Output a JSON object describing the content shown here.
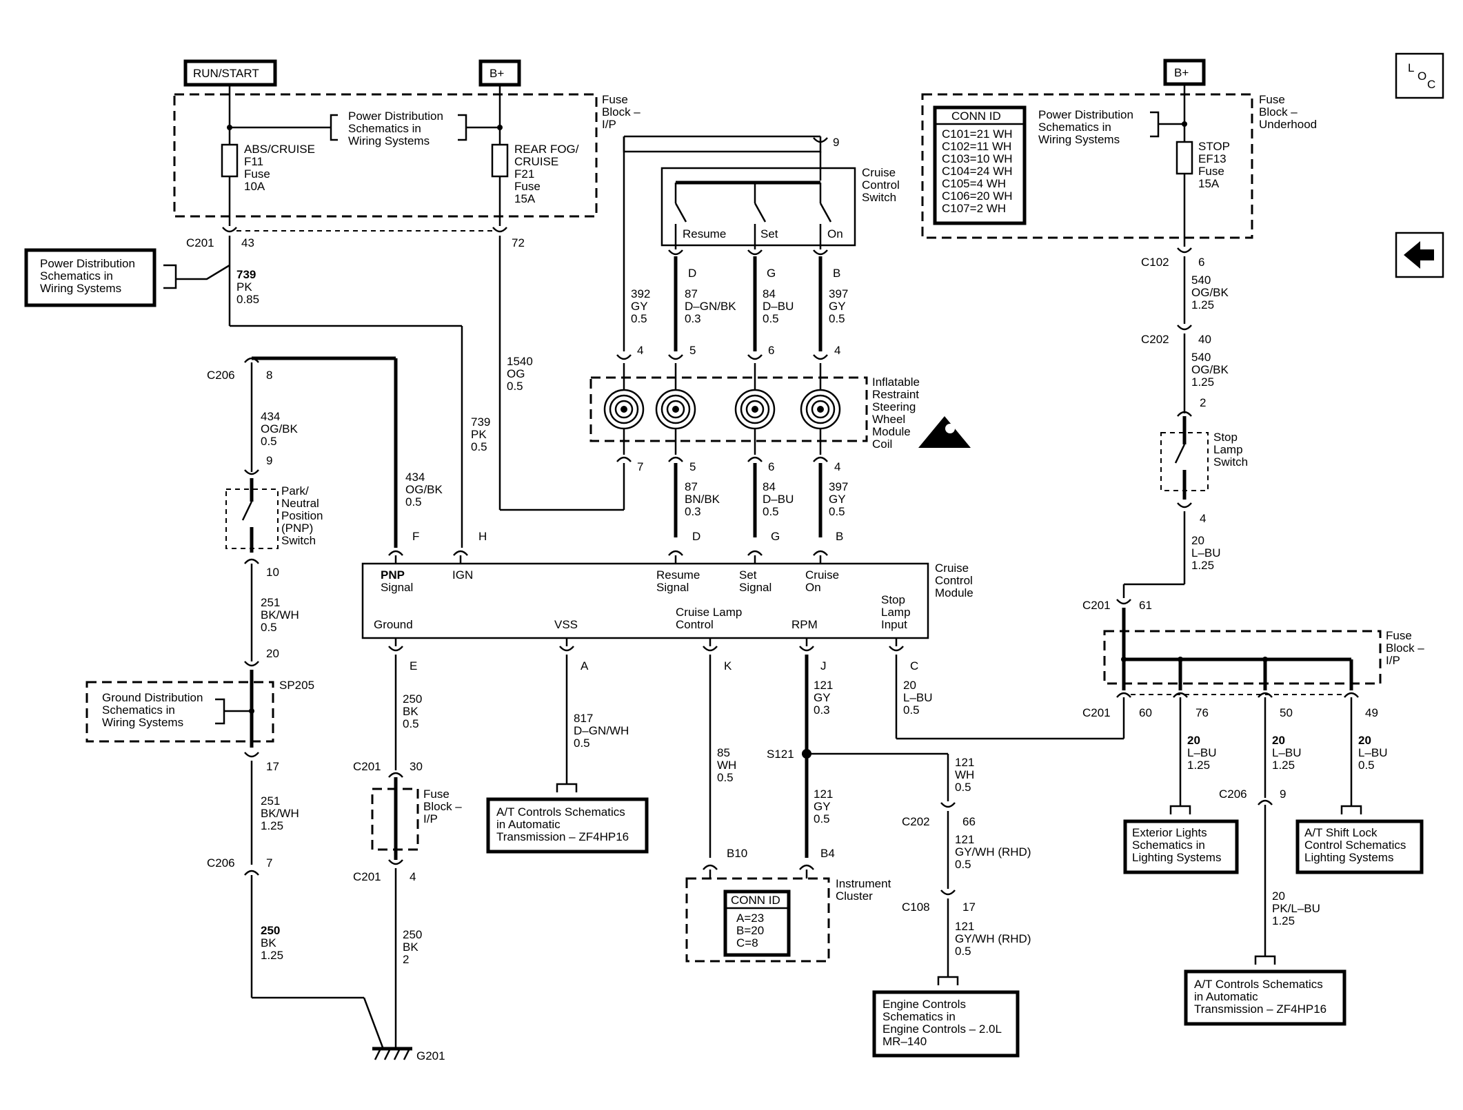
{
  "supplies": {
    "run_start": "RUN/START",
    "bplus_left": "B+",
    "bplus_right": "B+"
  },
  "nav": {
    "loc_l": "L",
    "loc_o": "O",
    "loc_c": "C"
  },
  "pdist": [
    "Power Distribution",
    "Schematics in",
    "Wiring Systems"
  ],
  "gdist": [
    "Ground Distribution",
    "Schematics in",
    "Wiring Systems"
  ],
  "fuse_ip": [
    "Fuse",
    "Block –",
    "I/P"
  ],
  "fuse_uh": [
    "Fuse",
    "Block –",
    "Underhood"
  ],
  "fuses": {
    "f11": [
      "ABS/CRUISE",
      "F11",
      "Fuse",
      "10A"
    ],
    "f21": [
      "REAR FOG/",
      "CRUISE",
      "F21",
      "Fuse",
      "15A"
    ],
    "ef13": [
      "STOP",
      "EF13",
      "Fuse",
      "15A"
    ]
  },
  "conn_id": {
    "title": "CONN ID",
    "right": [
      "C101=21 WH",
      "C102=11 WH",
      "C103=10 WH",
      "C104=24 WH",
      "C105=4 WH",
      "C106=20 WH",
      "C107=2 WH"
    ],
    "cluster": [
      "A=23",
      "B=20",
      "C=8"
    ]
  },
  "connectors": {
    "c201": "C201",
    "c202": "C202",
    "c206": "C206",
    "c102": "C102",
    "c108": "C108",
    "sp205": "SP205",
    "s121": "S121",
    "g201": "G201"
  },
  "pins": {
    "p43": "43",
    "p72": "72",
    "p9": "9",
    "p8": "8",
    "p9b": "9",
    "p10": "10",
    "p20": "20",
    "p17": "17",
    "p7": "7",
    "pD": "D",
    "pG": "G",
    "pB": "B",
    "p4": "4",
    "p5": "5",
    "p6": "6",
    "p4b": "4",
    "p7b": "7",
    "p5b": "5",
    "p6b": "6",
    "p4c": "4",
    "pF": "F",
    "pH": "H",
    "pD2": "D",
    "pG2": "G",
    "pB2": "B",
    "pE": "E",
    "pA": "A",
    "pK": "K",
    "pJ": "J",
    "pC": "C",
    "p30": "30",
    "p4d": "4",
    "pB10": "B10",
    "pB4": "B4",
    "p66": "66",
    "p17b": "17",
    "p6r": "6",
    "p40": "40",
    "p2": "2",
    "p4r": "4",
    "p61": "61",
    "p60": "60",
    "p76": "76",
    "p50": "50",
    "p49": "49",
    "p9r": "9"
  },
  "wires": {
    "w739a": [
      "739",
      "PK",
      "0.85"
    ],
    "w739b": [
      "739",
      "PK",
      "0.5"
    ],
    "w1540": [
      "1540",
      "OG",
      "0.5"
    ],
    "w392": [
      "392",
      "GY",
      "0.5"
    ],
    "w87a": [
      "87",
      "D–GN/BK",
      "0.3"
    ],
    "w84a": [
      "84",
      "D–BU",
      "0.5"
    ],
    "w397a": [
      "397",
      "GY",
      "0.5"
    ],
    "w87b": [
      "87",
      "BN/BK",
      "0.3"
    ],
    "w84b": [
      "84",
      "D–BU",
      "0.5"
    ],
    "w397b": [
      "397",
      "GY",
      "0.5"
    ],
    "w434a": [
      "434",
      "OG/BK",
      "0.5"
    ],
    "w434b": [
      "434",
      "OG/BK",
      "0.5"
    ],
    "w251a": [
      "251",
      "BK/WH",
      "0.5"
    ],
    "w251b": [
      "251",
      "BK/WH",
      "1.25"
    ],
    "w250a": [
      "250",
      "BK",
      "1.25"
    ],
    "w250b": [
      "250",
      "BK",
      "0.5"
    ],
    "w250c": [
      "250",
      "BK",
      "2"
    ],
    "w817": [
      "817",
      "D–GN/WH",
      "0.5"
    ],
    "w85": [
      "85",
      "WH",
      "0.5"
    ],
    "w121a": [
      "121",
      "GY",
      "0.3"
    ],
    "w121b": [
      "121",
      "GY",
      "0.5"
    ],
    "w121c": [
      "121",
      "WH",
      "0.5"
    ],
    "w121d": [
      "121",
      "GY/WH (RHD)",
      "0.5"
    ],
    "w121e": [
      "121",
      "GY/WH (RHD)",
      "0.5"
    ],
    "w20a": [
      "20",
      "L–BU",
      "0.5"
    ],
    "w540a": [
      "540",
      "OG/BK",
      "1.25"
    ],
    "w540b": [
      "540",
      "OG/BK",
      "1.25"
    ],
    "w20b": [
      "20",
      "L–BU",
      "1.25"
    ],
    "w20c": [
      "20",
      "L–BU",
      "1.25"
    ],
    "w20d": [
      "20",
      "L–BU",
      "1.25"
    ],
    "w20e": [
      "20",
      "L–BU",
      "0.5"
    ],
    "w20f": [
      "20",
      "PK/L–BU",
      "1.25"
    ]
  },
  "components": {
    "cc_switch": [
      "Cruise",
      "Control",
      "Switch"
    ],
    "sw_resume": "Resume",
    "sw_set": "Set",
    "sw_on": "On",
    "coil": [
      "Inflatable",
      "Restraint",
      "Steering",
      "Wheel",
      "Module",
      "Coil"
    ],
    "pnp": [
      "Park/",
      "Neutral",
      "Position",
      "(PNP)",
      "Switch"
    ],
    "ccm": [
      "Cruise",
      "Control",
      "Module"
    ],
    "ccm_pnp": [
      "PNP",
      "Signal"
    ],
    "ccm_ign": "IGN",
    "ccm_resume": [
      "Resume",
      "Signal"
    ],
    "ccm_set": [
      "Set",
      "Signal"
    ],
    "ccm_on": [
      "Cruise",
      "On"
    ],
    "ccm_stop": [
      "Stop",
      "Lamp",
      "Input"
    ],
    "ccm_ground": "Ground",
    "ccm_vss": "VSS",
    "ccm_lamp": [
      "Cruise Lamp",
      "Control"
    ],
    "ccm_rpm": "RPM",
    "cluster": [
      "Instrument",
      "Cluster"
    ],
    "stop_sw": [
      "Stop",
      "Lamp",
      "Switch"
    ]
  },
  "refs": {
    "at1": [
      "A/T Controls Schematics",
      "in Automatic",
      "Transmission – ZF4HP16"
    ],
    "engine": [
      "Engine Controls",
      "Schematics in",
      "Engine Controls – 2.0L",
      "MR–140"
    ],
    "ext": [
      "Exterior Lights",
      "Schematics in",
      "Lighting Systems"
    ],
    "shift": [
      "A/T Shift Lock",
      "Control Schematics",
      "Lighting Systems"
    ],
    "at2": [
      "A/T Controls Schematics",
      "in Automatic",
      "Transmission – ZF4HP16"
    ]
  }
}
